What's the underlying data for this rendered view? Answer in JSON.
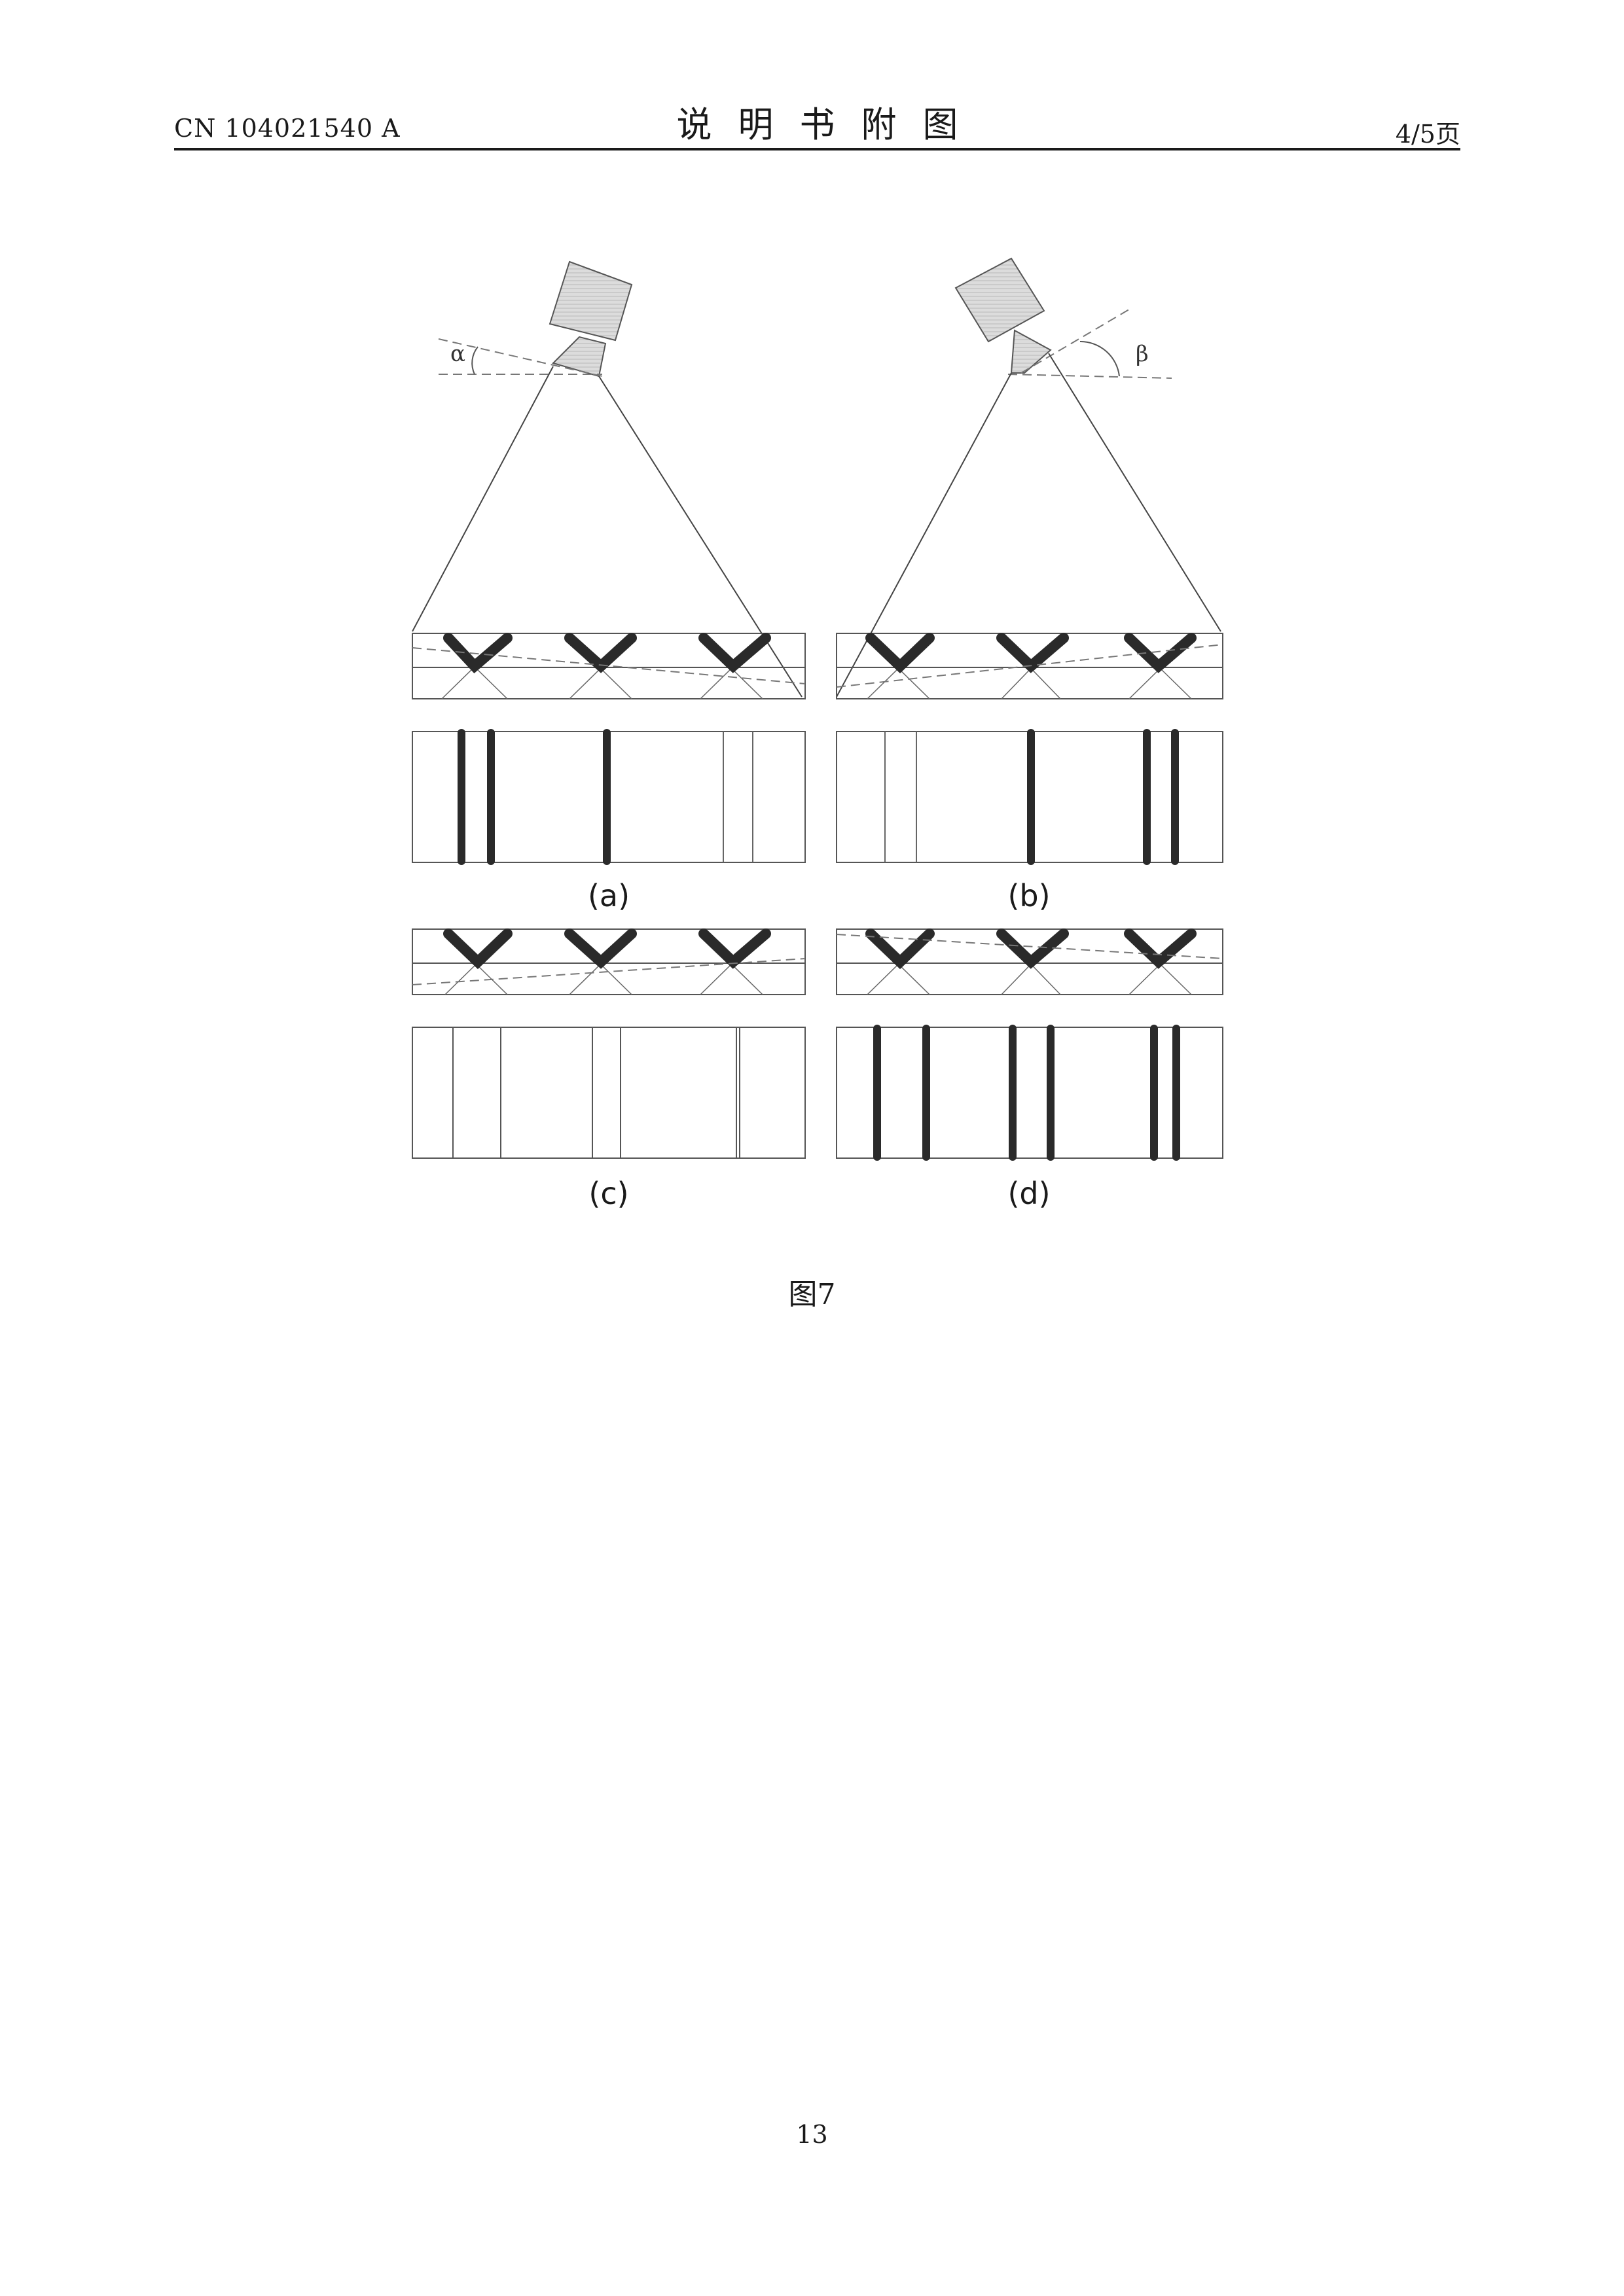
{
  "header": {
    "pub_number": "CN 104021540 A",
    "title": "说明书附图",
    "page_count": "4/5页"
  },
  "figure": {
    "caption": "图7",
    "angle_alpha": "α",
    "angle_beta": "β",
    "subfigures": [
      {
        "id": "a",
        "label": "(a)"
      },
      {
        "id": "b",
        "label": "(b)"
      },
      {
        "id": "c",
        "label": "(c)"
      },
      {
        "id": "d",
        "label": "(d)"
      }
    ]
  },
  "footer": {
    "page_number": "13"
  }
}
